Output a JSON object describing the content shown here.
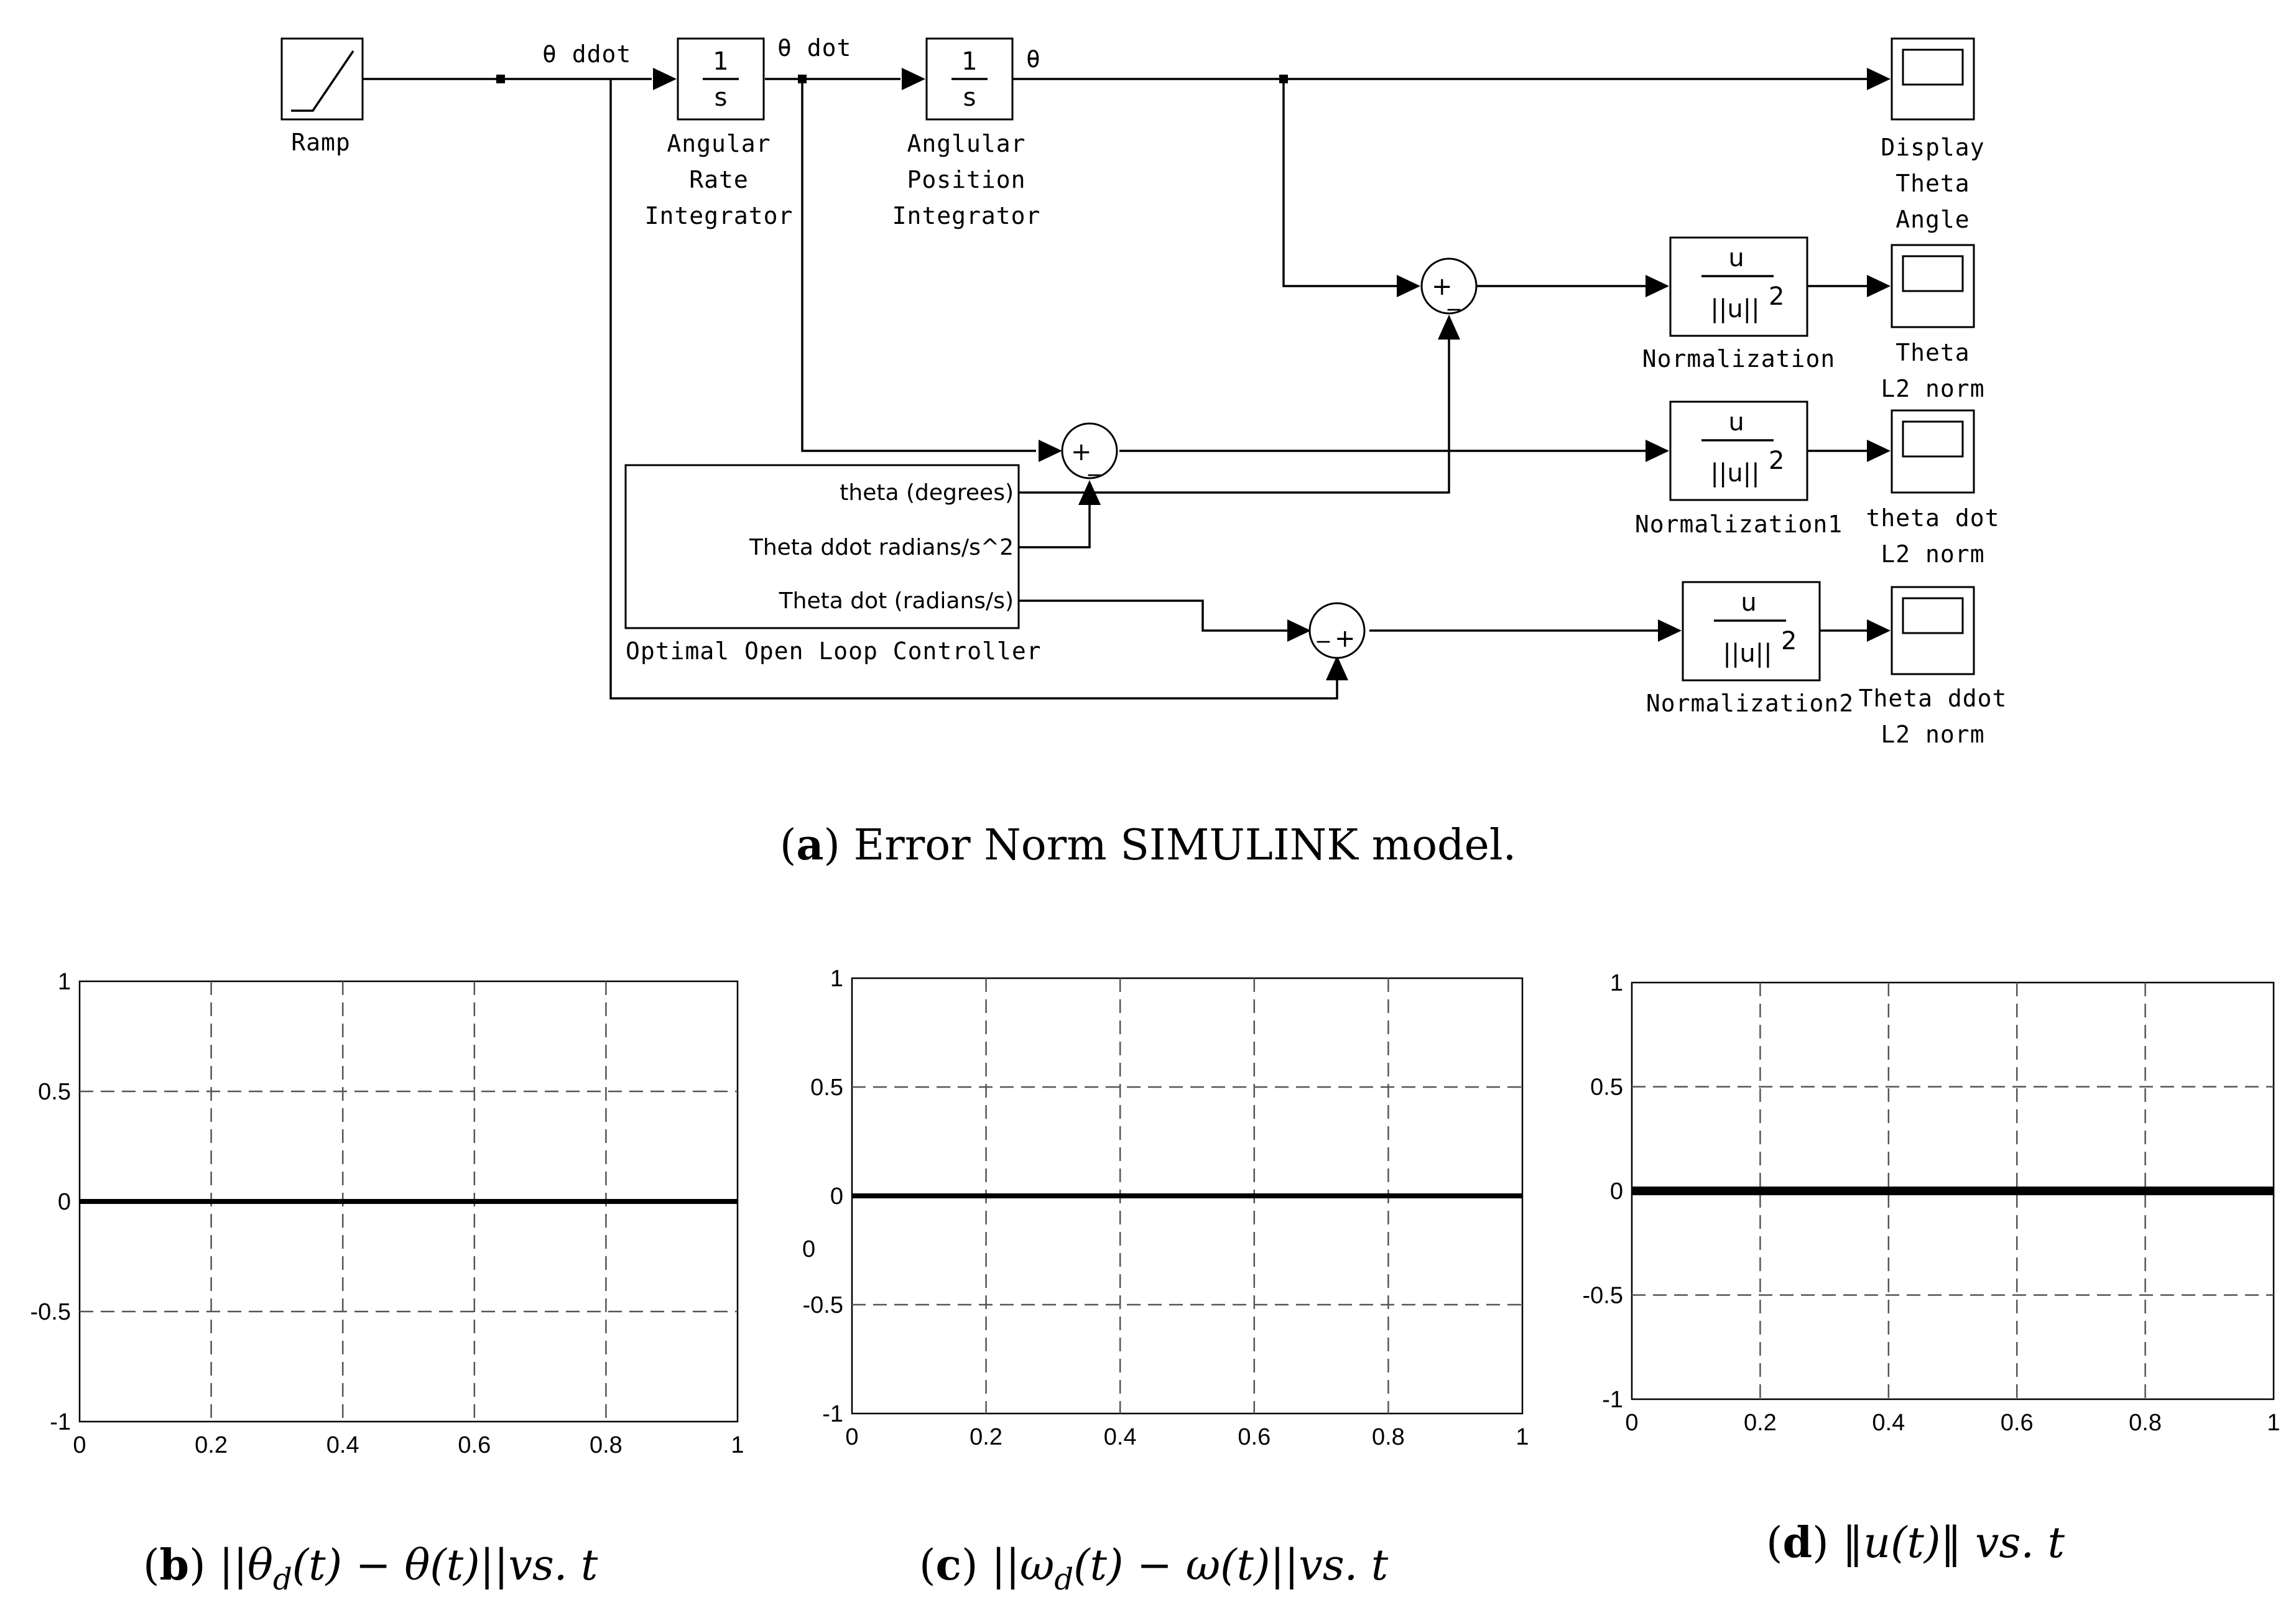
{
  "diagram": {
    "signal_labels": {
      "theta_ddot": "θ  ddot",
      "theta_dot": "θ dot",
      "theta": "θ"
    },
    "blocks": {
      "ramp": "Ramp",
      "rate_integrator": [
        "Angular",
        "Rate",
        "Integrator"
      ],
      "position_integrator": [
        "Anglular",
        "Position",
        "Integrator"
      ],
      "integrator_num": "1",
      "integrator_den": "s",
      "display_theta": [
        "Display",
        "Theta",
        "Angle"
      ],
      "scope_theta_l2": [
        "Theta",
        "L2 norm"
      ],
      "scope_theta_dot_l2": [
        "theta dot",
        "L2 norm"
      ],
      "scope_theta_ddot_l2": [
        "Theta ddot",
        "L2 norm"
      ],
      "normalization": "Normalization",
      "normalization1": "Normalization1",
      "normalization2": "Normalization2",
      "norm_num": "u",
      "norm_den": "||u||",
      "norm_exp": "2",
      "controller": "Optimal Open Loop Controller",
      "controller_ports": [
        "theta (degrees)",
        "Theta ddot radians/s^2",
        "Theta dot  (radians/s)"
      ]
    },
    "sum_signs": {
      "sum1": [
        "+",
        "_"
      ],
      "sum2": [
        "+",
        "_"
      ],
      "sum3": [
        "_",
        "+"
      ]
    }
  },
  "captions": {
    "a_letter": "a",
    "a_text": "Error Norm SIMULINK model.",
    "b_letter": "b",
    "b_expr_parts": [
      "||θ",
      "d",
      "(t) − θ(t)||vs. t"
    ],
    "c_letter": "c",
    "c_expr_parts": [
      "||ω",
      "d",
      "(t) − ω(t)||vs. t"
    ],
    "d_letter": "d",
    "d_expr": "‖u(t)‖ vs. t"
  },
  "chart_data": [
    {
      "type": "line",
      "xlim": [
        0,
        1
      ],
      "ylim": [
        -1,
        1
      ],
      "x_ticks": [
        0,
        0.2,
        0.4,
        0.6,
        0.8,
        1
      ],
      "x_tick_labels": [
        "0",
        "0.2",
        "0.4",
        "0.6",
        "0.8",
        "1"
      ],
      "y_ticks": [
        1,
        0.5,
        0,
        -0.5,
        -1
      ],
      "y_tick_labels": [
        "1",
        "0.5",
        "0",
        "-0.5",
        "-1"
      ],
      "grid": true,
      "series": [
        {
          "x": [
            0,
            1
          ],
          "y": [
            0,
            0
          ]
        }
      ]
    },
    {
      "type": "line",
      "xlim": [
        0,
        1
      ],
      "ylim": [
        -1,
        1
      ],
      "x_ticks": [
        0,
        0.2,
        0.4,
        0.6,
        0.8,
        1
      ],
      "x_tick_labels": [
        "0",
        "0.2",
        "0.4",
        "0.6",
        "0.8",
        "1"
      ],
      "y_ticks": [
        1,
        0.5,
        0,
        -0.5,
        -1
      ],
      "y_tick_labels": [
        "1",
        "0.5",
        "0",
        "-0.5",
        "-1"
      ],
      "ylabel": "0",
      "grid": true,
      "series": [
        {
          "x": [
            0,
            1
          ],
          "y": [
            0,
            0
          ]
        }
      ]
    },
    {
      "type": "line",
      "xlim": [
        0,
        1
      ],
      "ylim": [
        -1,
        1
      ],
      "x_ticks": [
        0,
        0.2,
        0.4,
        0.6,
        0.8,
        1
      ],
      "x_tick_labels": [
        "0",
        "0.2",
        "0.4",
        "0.6",
        "0.8",
        "1"
      ],
      "y_ticks": [
        1,
        0.5,
        0,
        -0.5,
        -1
      ],
      "y_tick_labels": [
        "1",
        "0.5",
        "0",
        "-0.5",
        "-1"
      ],
      "grid": true,
      "series": [
        {
          "x": [
            0,
            1
          ],
          "y": [
            0,
            0
          ]
        }
      ]
    }
  ]
}
